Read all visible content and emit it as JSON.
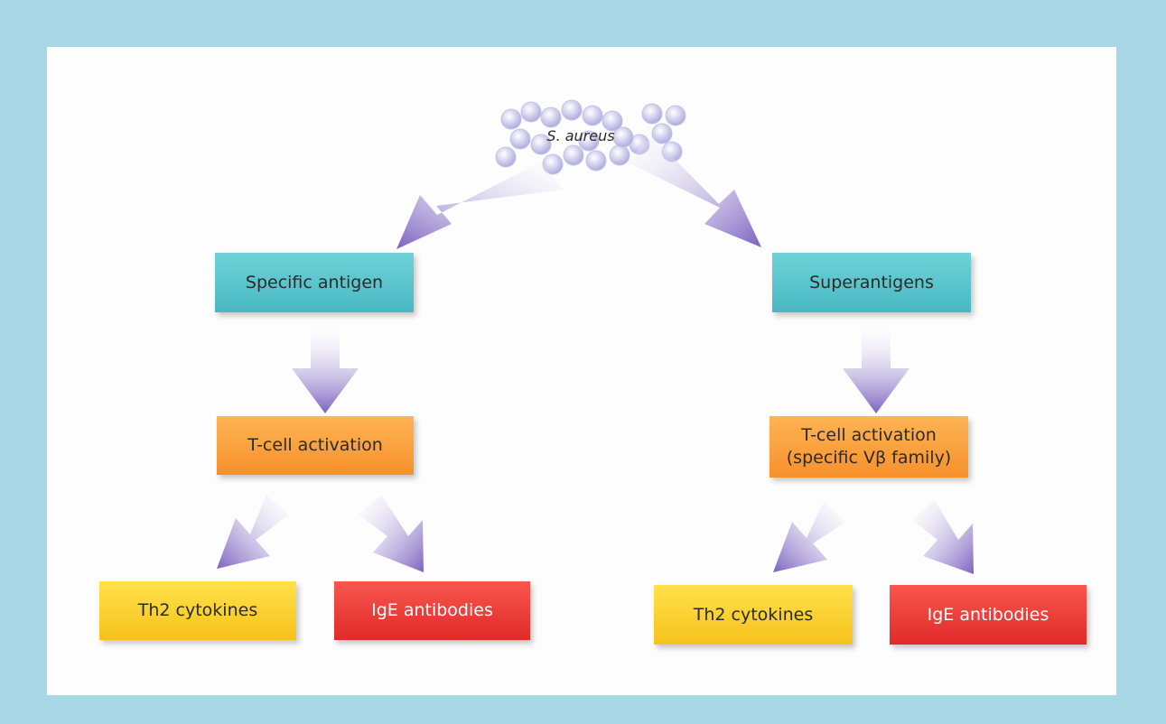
{
  "colors": {
    "frame": "#a9d7e6",
    "panel": "#fdfdfd",
    "arrow": "#8a74c8",
    "teal": "#52bec8",
    "orange": "#f79a35",
    "yellow": "#f8cb26",
    "red": "#e9332f"
  },
  "source": {
    "label": "S. aureus"
  },
  "left": {
    "antigen": "Specific antigen",
    "activation": "T-cell activation",
    "cytokines": "Th2 cytokines",
    "antibodies": "IgE antibodies"
  },
  "right": {
    "antigen": "Superantigens",
    "activation_line1": "T-cell activation",
    "activation_line2": "(specific Vβ family)",
    "cytokines": "Th2 cytokines",
    "antibodies": "IgE antibodies"
  }
}
